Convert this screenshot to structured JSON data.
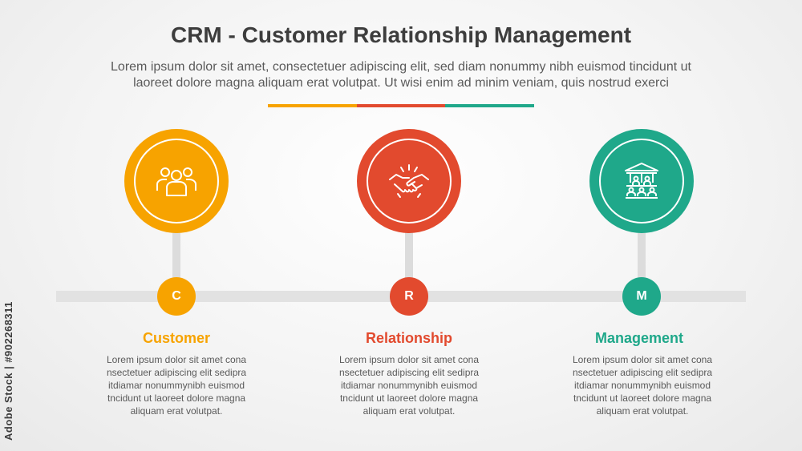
{
  "title": "CRM - Customer Relationship Management",
  "subtitle_line1": "Lorem ipsum dolor sit amet, consectetuer adipiscing elit, sed diam nonummy nibh euismod tincidunt ut",
  "subtitle_line2": "laoreet dolore magna aliquam erat volutpat. Ut wisi enim ad minim veniam, quis nostrud exerci",
  "colors": {
    "orange": "#F7A300",
    "red": "#E24A2E",
    "green": "#1FA88A"
  },
  "items": [
    {
      "letter": "C",
      "heading": "Customer",
      "icon": "people-group-icon",
      "color": "#F7A300",
      "desc_lines": [
        "Lorem ipsum dolor sit amet cona",
        "nsectetuer adipiscing elit sedipra",
        "itdiamar nonummynibh euismod",
        "tncidunt ut laoreet dolore magna",
        "aliquam erat volutpat."
      ]
    },
    {
      "letter": "R",
      "heading": "Relationship",
      "icon": "handshake-icon",
      "color": "#E24A2E",
      "desc_lines": [
        "Lorem ipsum dolor sit amet cona",
        "nsectetuer adipiscing elit sedipra",
        "itdiamar nonummynibh euismod",
        "tncidunt ut laoreet dolore magna",
        "aliquam erat volutpat."
      ]
    },
    {
      "letter": "M",
      "heading": "Management",
      "icon": "management-building-icon",
      "color": "#1FA88A",
      "desc_lines": [
        "Lorem ipsum dolor sit amet cona",
        "nsectetuer adipiscing elit sedipra",
        "itdiamar nonummynibh euismod",
        "tncidunt ut laoreet dolore magna",
        "aliquam erat volutpat."
      ]
    }
  ],
  "watermark": "Adobe Stock | #902268311"
}
